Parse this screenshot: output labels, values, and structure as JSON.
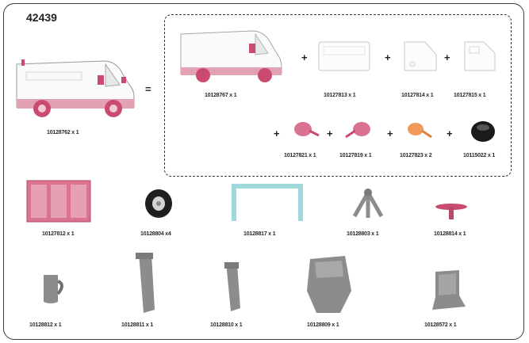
{
  "set_number": "42439",
  "main_part": {
    "label": "10128762 x 1",
    "icon": "van-assembly-icon"
  },
  "equals_sign": "=",
  "plus_sign": "+",
  "subassembly": [
    {
      "label": "10128767 x 1",
      "icon": "van-body-icon"
    },
    {
      "label": "10127813 x 1",
      "icon": "roof-panel-icon"
    },
    {
      "label": "10127814 x 1",
      "icon": "side-panel-icon"
    },
    {
      "label": "10127815 x 1",
      "icon": "rear-panel-icon"
    },
    {
      "label": "10127821 x 1",
      "icon": "pink-mirror-icon"
    },
    {
      "label": "10127819 x 1",
      "icon": "pink-lamp-icon"
    },
    {
      "label": "10127823 x 2",
      "icon": "orange-lamp-icon"
    },
    {
      "label": "10115022 x 1",
      "icon": "black-dome-icon"
    }
  ],
  "parts_row1": [
    {
      "label": "10127812 x 1",
      "icon": "pink-panel-icon"
    },
    {
      "label": "10128804 x4",
      "icon": "wheel-icon"
    },
    {
      "label": "10128817 x 1",
      "icon": "cyan-frame-icon"
    },
    {
      "label": "10128803 x 1",
      "icon": "grey-tripod-icon"
    },
    {
      "label": "10128814 x 1",
      "icon": "pink-stand-icon"
    }
  ],
  "parts_row2": [
    {
      "label": "10128812 x 1",
      "icon": "grey-cup-icon"
    },
    {
      "label": "10128811 x 1",
      "icon": "grey-long-arm-icon"
    },
    {
      "label": "10128810 x 1",
      "icon": "grey-short-arm-icon"
    },
    {
      "label": "10128809 x 1",
      "icon": "grey-seat-block-icon"
    },
    {
      "label": "10128572 x 1",
      "icon": "grey-chair-icon"
    }
  ],
  "colors": {
    "pink": "#c94c70",
    "pink_light": "#e7a3b5",
    "cyan": "#9fd9dc",
    "grey": "#8c8c8c",
    "orange": "#ef9a5a",
    "black": "#1a1a1a",
    "outline": "#3a3a3a"
  }
}
